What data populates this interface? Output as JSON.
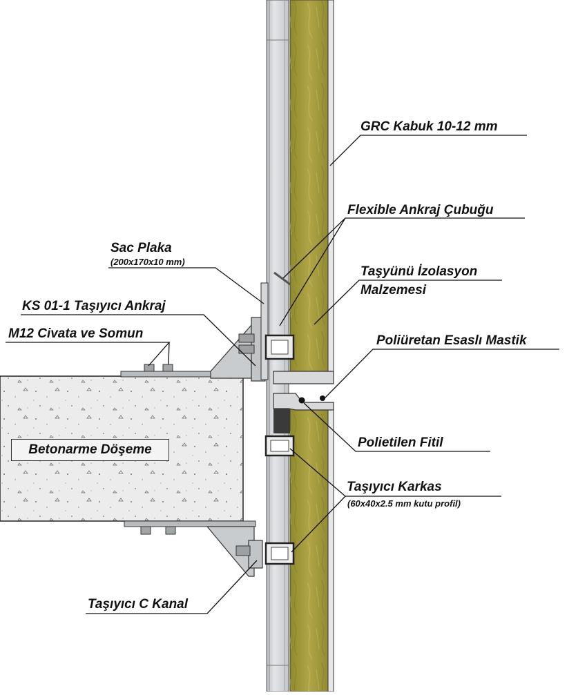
{
  "labels": {
    "grc_shell": "GRC Kabuk 10-12 mm",
    "flexible_anchor": "Flexible Ankraj Çubuğu",
    "sheet_plate": "Sac Plaka",
    "sheet_plate_size": "(200x170x10 mm)",
    "insulation_line1": "Taşyünü İzolasyon",
    "insulation_line2": "Malzemesi",
    "carrier_anchor": "KS 01-1 Taşıyıcı Ankraj",
    "bolt_nut": "M12 Civata ve Somun",
    "pu_mastic": "Poliüretan Esaslı Mastik",
    "slab": "Betonarme Döşeme",
    "pe_cord": "Polietilen Fitil",
    "frame": "Taşıyıcı Karkas",
    "frame_size": "(60x40x2.5 mm kutu profil)",
    "c_channel": "Taşıyıcı C Kanal"
  },
  "colors": {
    "insulation": "#a49a3a",
    "steel": "#d6d8da",
    "concrete": "#ececec",
    "leader": "#111111"
  }
}
